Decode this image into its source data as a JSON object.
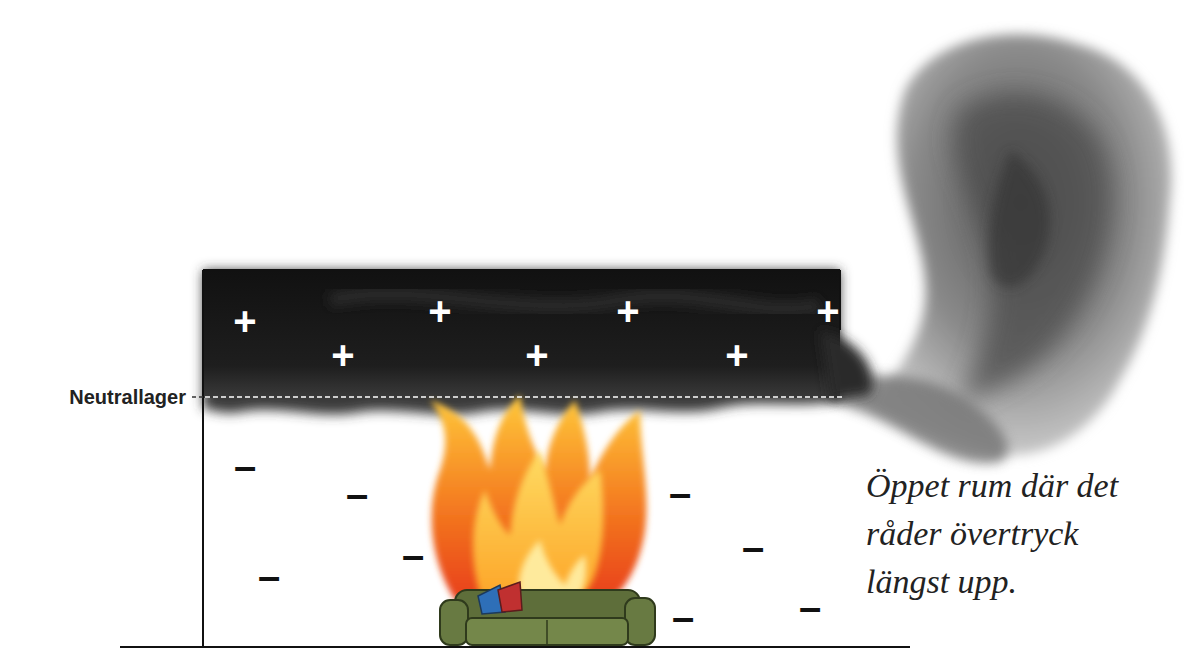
{
  "diagram": {
    "labels": [
      "Neutrallager",
      "+",
      "+",
      "+",
      "+",
      "+",
      "+",
      "+",
      "–",
      "–",
      "–",
      "–",
      "–",
      "–",
      "–",
      "–",
      "Öppet rum där det råder övertryck längst upp."
    ]
  }
}
